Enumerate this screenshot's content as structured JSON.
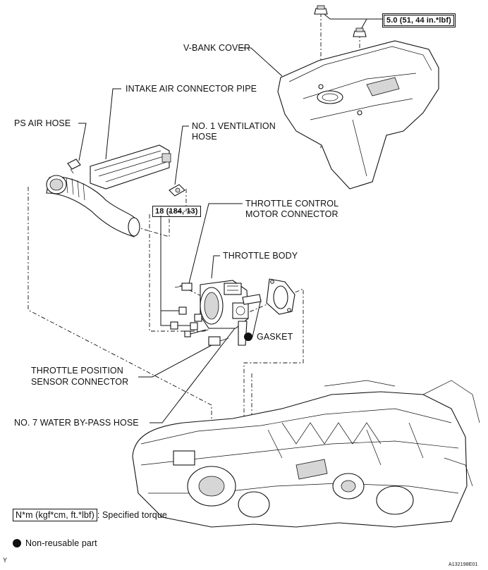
{
  "labels": {
    "torque_cover": "5.0 (51, 44 in.*lbf)",
    "v_bank_cover": "V-BANK COVER",
    "intake_pipe": "INTAKE AIR CONNECTOR PIPE",
    "ps_air_hose": "PS AIR HOSE",
    "ventilation_hose_line1": "NO. 1 VENTILATION",
    "ventilation_hose_line2": "HOSE",
    "torque_throttle": "18 (184, 13)",
    "motor_connector_line1": "THROTTLE CONTROL",
    "motor_connector_line2": "MOTOR CONNECTOR",
    "throttle_body": "THROTTLE BODY",
    "gasket": "GASKET",
    "position_sensor_line1": "THROTTLE POSITION",
    "position_sensor_line2": "SENSOR CONNECTOR",
    "water_bypass_hose": "NO. 7 WATER BY-PASS HOSE"
  },
  "legend": {
    "torque_box": "N*m (kgf*cm, ft.*lbf)",
    "torque_text": ": Specified torque",
    "non_reusable": "Non-reusable part"
  },
  "footer": {
    "left_mark": "Y",
    "figure_code": "A132198E01"
  }
}
